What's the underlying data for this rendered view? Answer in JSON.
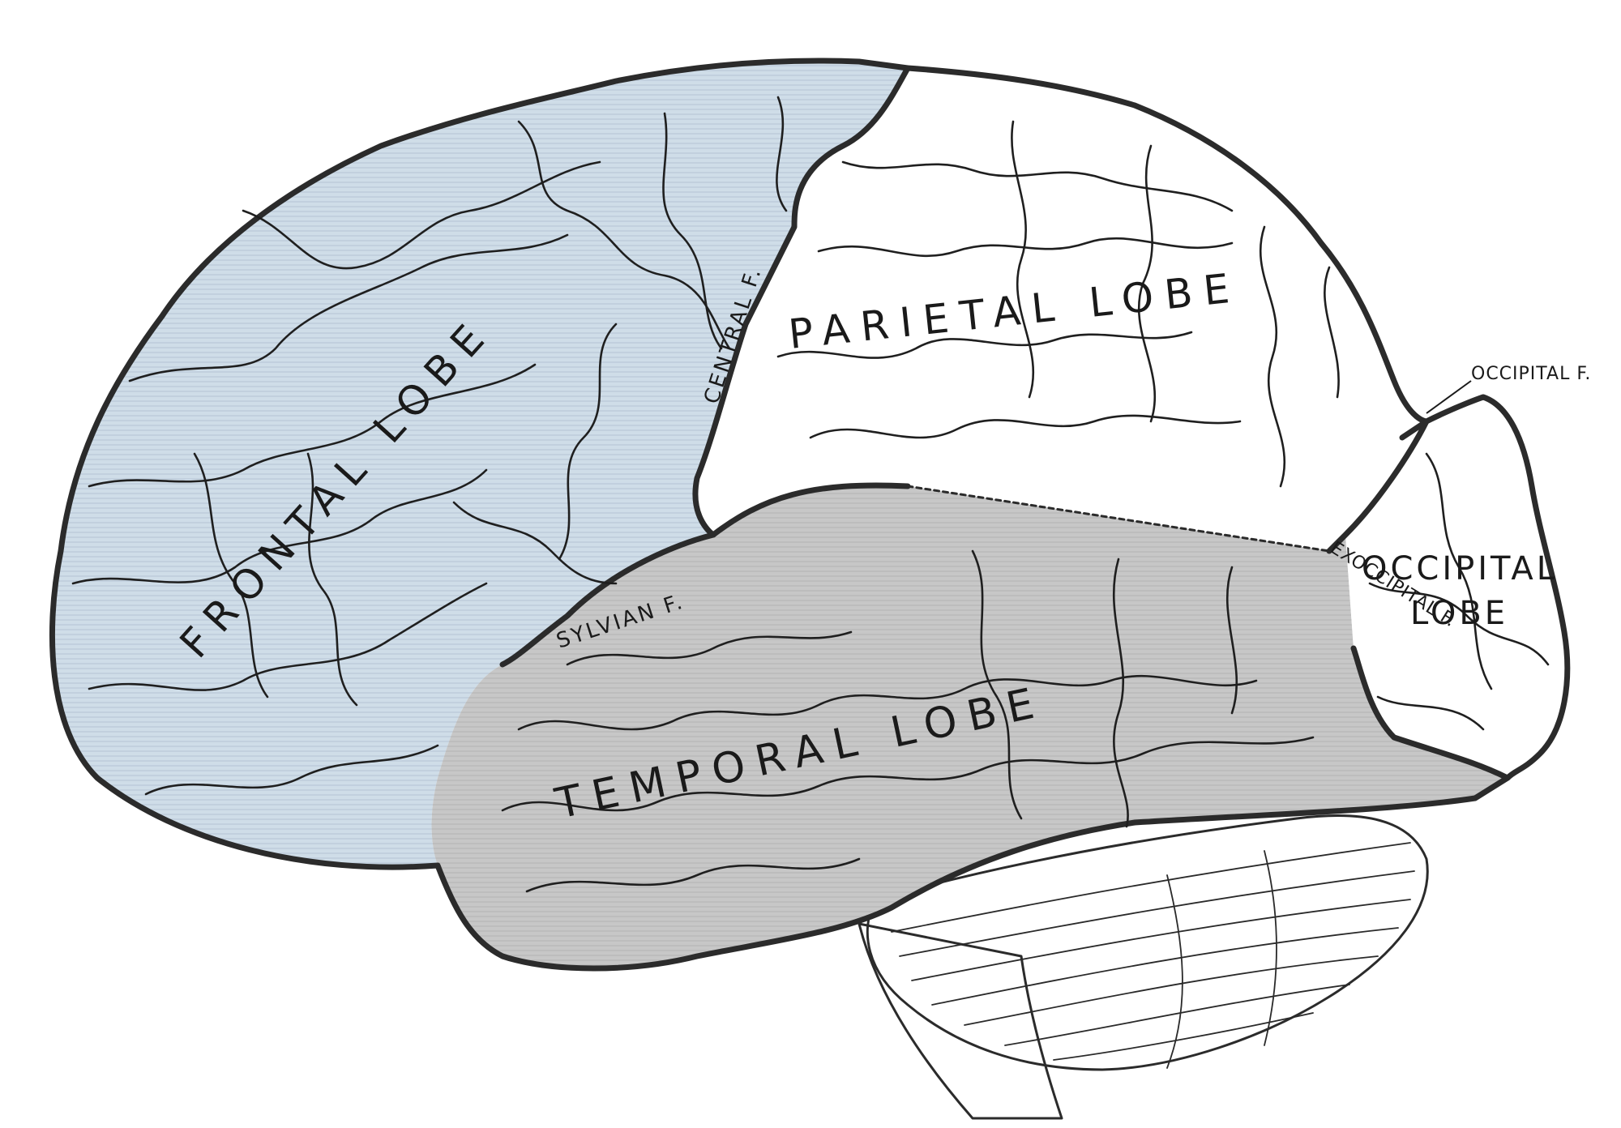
{
  "colors": {
    "frontal": "#cfdde8",
    "parietal": "#ffffff",
    "temporal": "#c9c9c9",
    "occipital": "#ffffff",
    "cerebellum": "#ffffff",
    "outline": "#2b2b2b"
  },
  "lobes": {
    "frontal": "FRONTAL LOBE",
    "parietal": "PARIETAL LOBE",
    "temporal": "TEMPORAL LOBE",
    "occipital_line1": "OCCIPITAL",
    "occipital_line2": "LOBE"
  },
  "fissures": {
    "central": "CENTRAL F.",
    "sylvian": "SYLVIAN F.",
    "occipital": "OCCIPITAL F.",
    "exoccipital": "EXOCCIPITAL F."
  }
}
